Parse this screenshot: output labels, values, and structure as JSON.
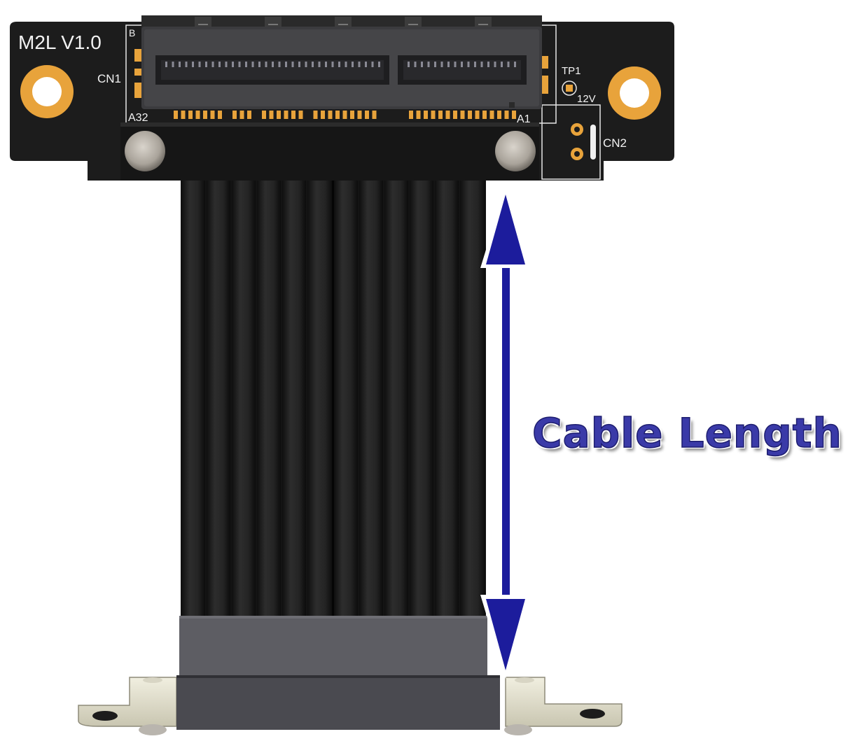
{
  "board": {
    "model": "M2L V1.0",
    "connector_label": "CN1",
    "power_connector_label": "CN2",
    "test_point_label": "TP1",
    "voltage_label": "12V",
    "pin_start_label": "A32",
    "pin_end_label": "A1",
    "pin_b_label": "B"
  },
  "annotation": {
    "text": "Cable Length"
  },
  "colors": {
    "pcb": "#1f1f1f",
    "gold": "#e8a33b",
    "cable": "#262626",
    "arrow": "#1c1c9c",
    "label": "#3a3aa8",
    "bracket": "#e6e3cf"
  }
}
